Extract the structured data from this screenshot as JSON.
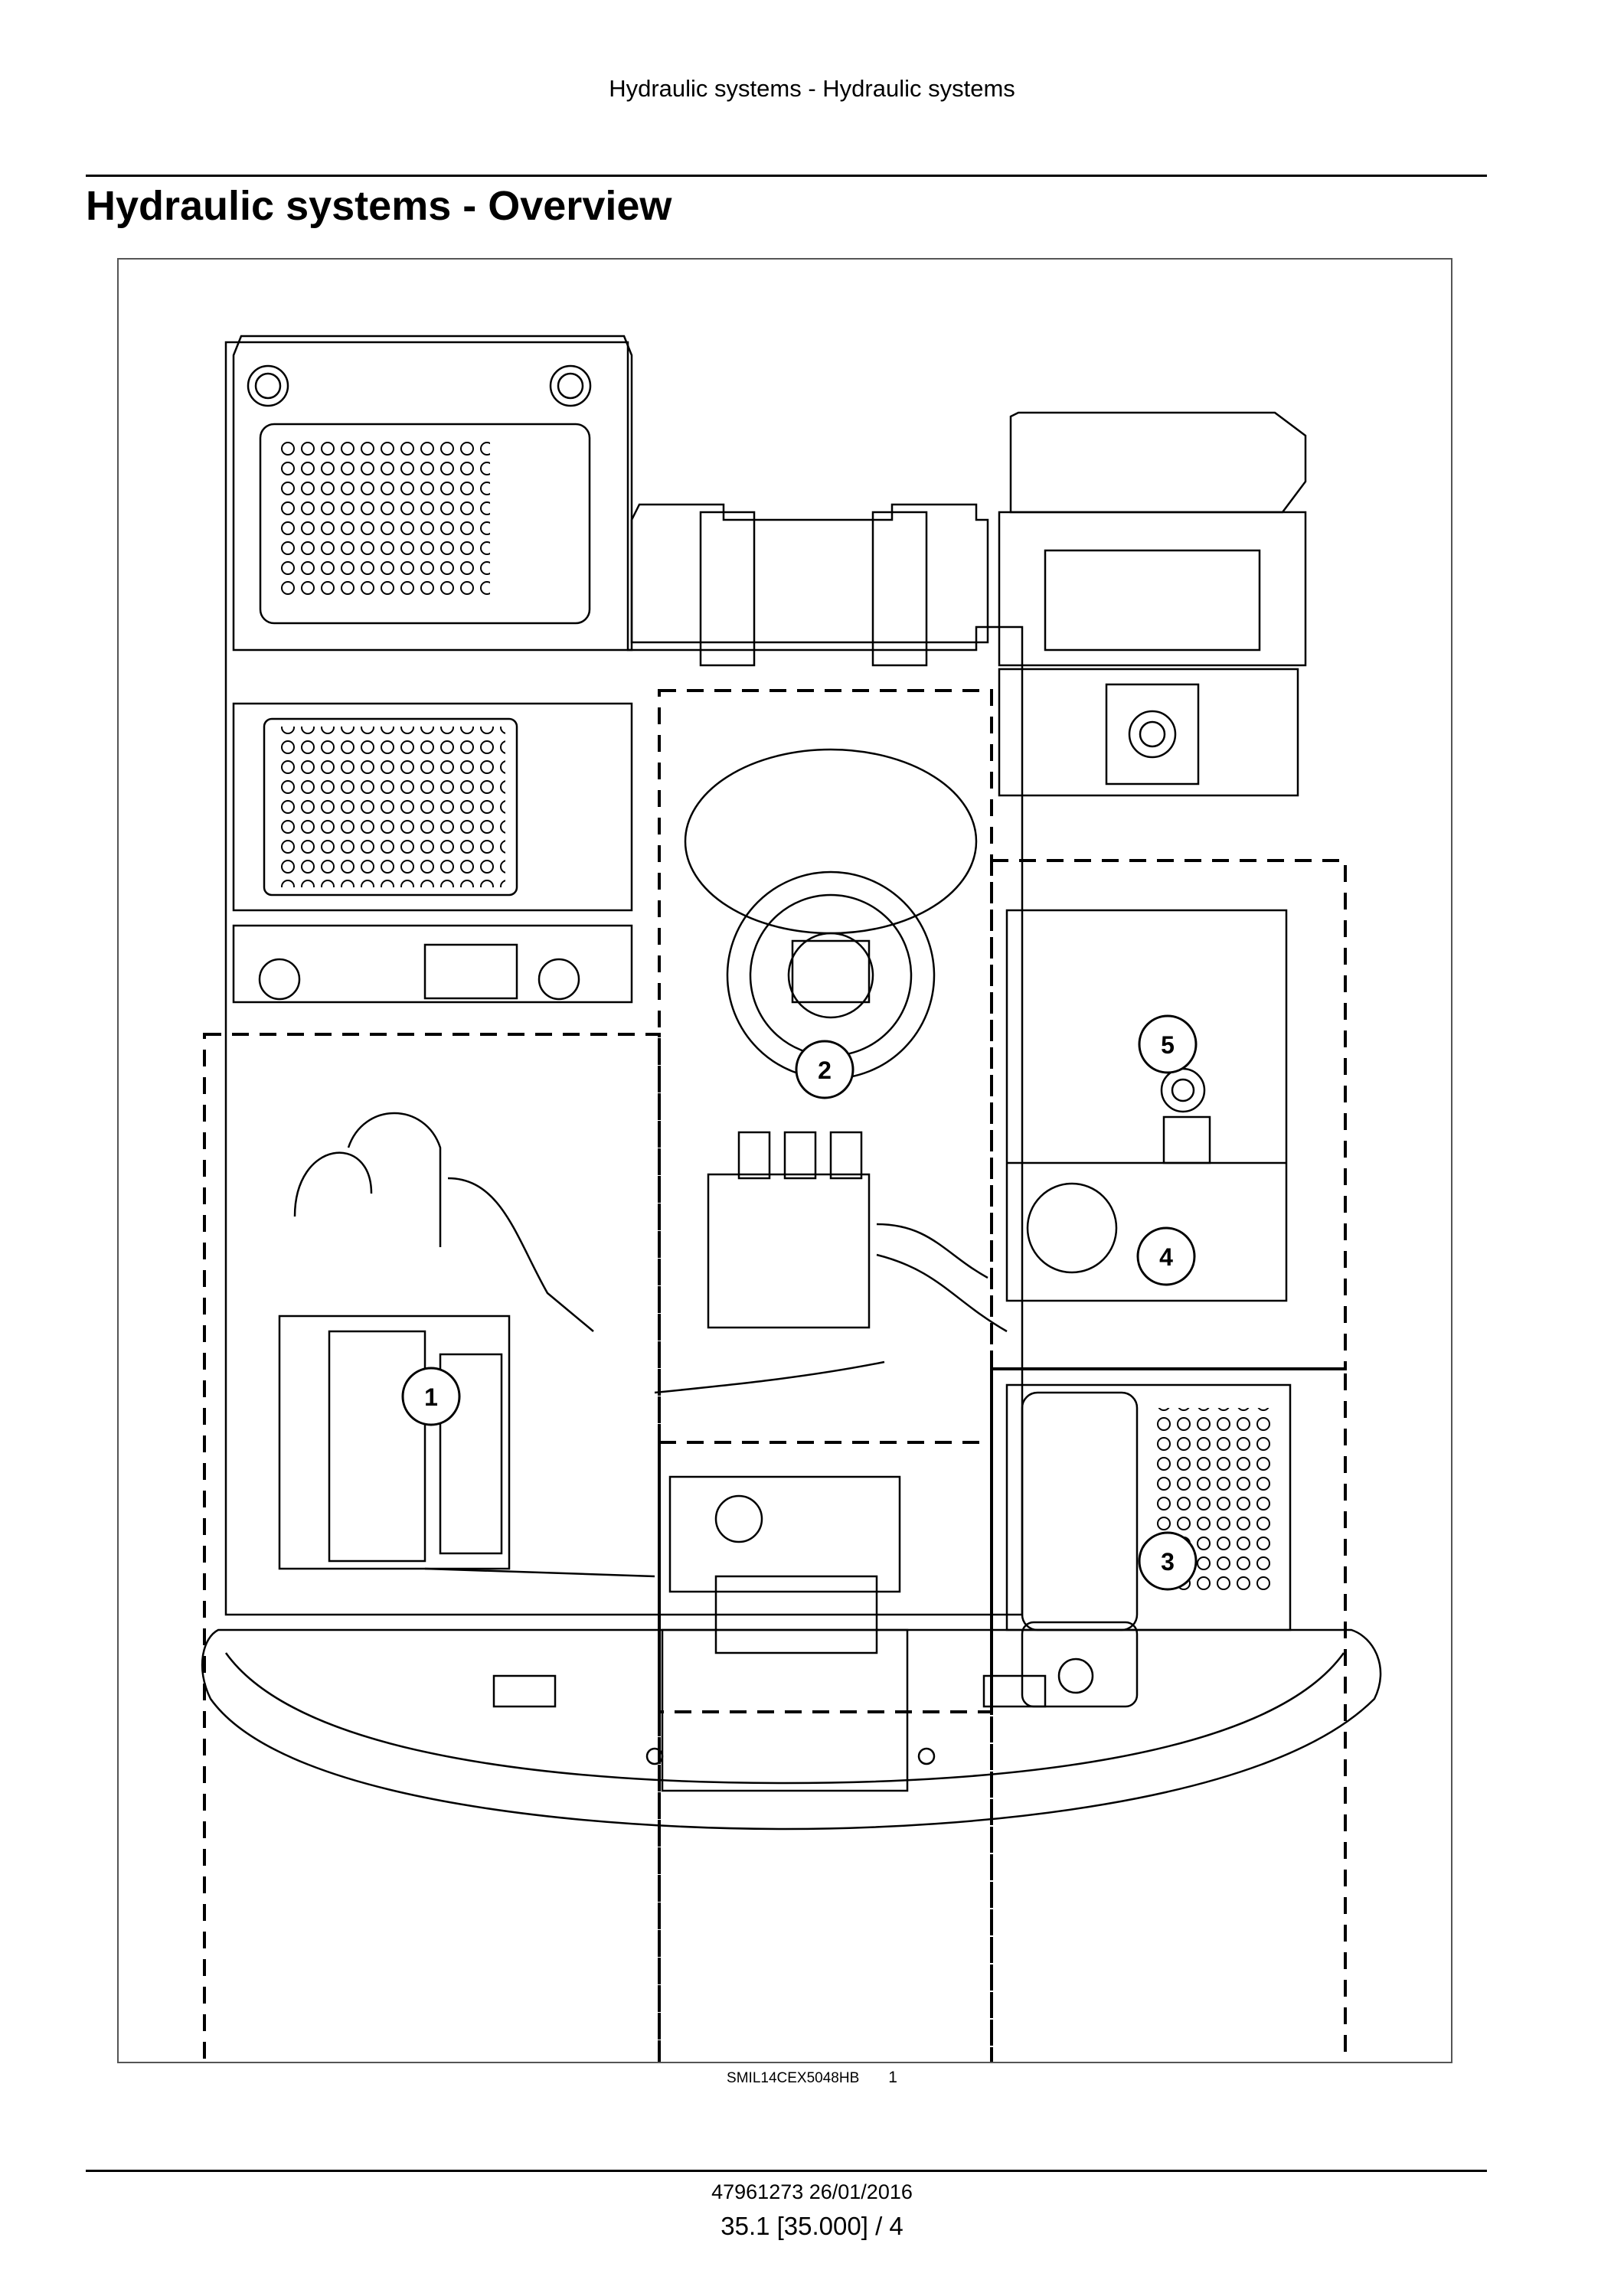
{
  "header": {
    "running_title": "Hydraulic systems - Hydraulic systems"
  },
  "page": {
    "title": "Hydraulic systems - Overview"
  },
  "figure": {
    "callouts": [
      {
        "label": "1"
      },
      {
        "label": "2"
      },
      {
        "label": "3"
      },
      {
        "label": "4"
      },
      {
        "label": "5"
      }
    ],
    "caption": {
      "code": "SMIL14CEX5048HB",
      "number": "1"
    }
  },
  "footer": {
    "doc_id": "47961273 26/01/2016",
    "page_number": "35.1 [35.000] / 4"
  }
}
